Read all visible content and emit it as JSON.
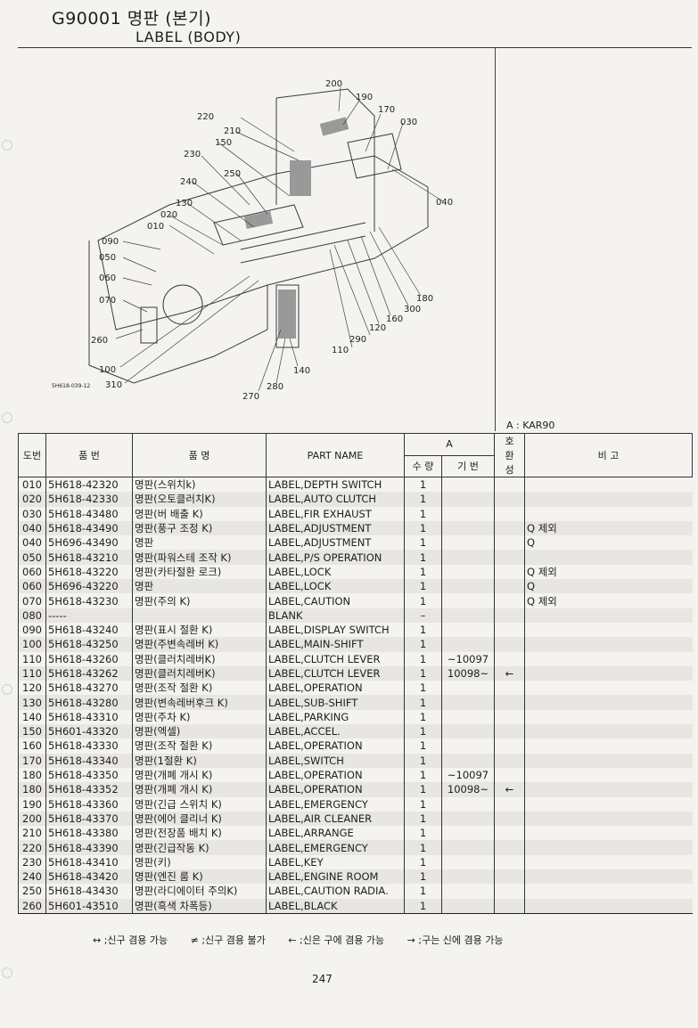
{
  "header": {
    "code": "G90001 명판 (본기)",
    "title_en": "LABEL (BODY)"
  },
  "diagram": {
    "figure_id": "5H618-039-12",
    "callouts": [
      "200",
      "190",
      "170",
      "030",
      "220",
      "210",
      "150",
      "230",
      "250",
      "240",
      "130",
      "020",
      "010",
      "090",
      "050",
      "060",
      "070",
      "260",
      "100",
      "310",
      "270",
      "280",
      "140",
      "110",
      "290",
      "120",
      "160",
      "300",
      "180",
      "040"
    ]
  },
  "model_note": "A : KAR90",
  "table": {
    "headers": {
      "no": "도번",
      "part_no": "품 번",
      "name_kr": "품 명",
      "part_name": "PART NAME",
      "group_a": "A",
      "qty": "수 량",
      "serial": "기 번",
      "compat": "호환성",
      "remarks": "비 고"
    },
    "rows": [
      {
        "no": "010",
        "part": "5H618-42320",
        "kr": "명판(스위치k)",
        "en": "LABEL,DEPTH SWITCH",
        "qty": "1",
        "serial": "",
        "compat": "",
        "note": ""
      },
      {
        "no": "020",
        "part": "5H618-42330",
        "kr": "명판(오토클러치K)",
        "en": "LABEL,AUTO CLUTCH",
        "qty": "1",
        "serial": "",
        "compat": "",
        "note": ""
      },
      {
        "no": "030",
        "part": "5H618-43480",
        "kr": "명판(버 배출 K)",
        "en": "LABEL,FIR EXHAUST",
        "qty": "1",
        "serial": "",
        "compat": "",
        "note": ""
      },
      {
        "no": "040",
        "part": "5H618-43490",
        "kr": "명판(풍구 조정 K)",
        "en": "LABEL,ADJUSTMENT",
        "qty": "1",
        "serial": "",
        "compat": "",
        "note": "Q 제외"
      },
      {
        "no": "040",
        "part": "5H696-43490",
        "kr": "명판",
        "en": "LABEL,ADJUSTMENT",
        "qty": "1",
        "serial": "",
        "compat": "",
        "note": "Q"
      },
      {
        "no": "050",
        "part": "5H618-43210",
        "kr": "명판(파워스테 조작 K)",
        "en": "LABEL,P/S OPERATION",
        "qty": "1",
        "serial": "",
        "compat": "",
        "note": ""
      },
      {
        "no": "060",
        "part": "5H618-43220",
        "kr": "명판(카타절환 로크)",
        "en": "LABEL,LOCK",
        "qty": "1",
        "serial": "",
        "compat": "",
        "note": "Q 제외"
      },
      {
        "no": "060",
        "part": "5H696-43220",
        "kr": "명판",
        "en": "LABEL,LOCK",
        "qty": "1",
        "serial": "",
        "compat": "",
        "note": "Q"
      },
      {
        "no": "070",
        "part": "5H618-43230",
        "kr": "명판(주의 K)",
        "en": "LABEL,CAUTION",
        "qty": "1",
        "serial": "",
        "compat": "",
        "note": "Q 제외"
      },
      {
        "no": "080",
        "part": "-----",
        "kr": "",
        "en": "BLANK",
        "qty": "–",
        "serial": "",
        "compat": "",
        "note": ""
      },
      {
        "no": "090",
        "part": "5H618-43240",
        "kr": "명판(표시 절환 K)",
        "en": "LABEL,DISPLAY SWITCH",
        "qty": "1",
        "serial": "",
        "compat": "",
        "note": ""
      },
      {
        "no": "100",
        "part": "5H618-43250",
        "kr": "명판(주변속레버 K)",
        "en": "LABEL,MAIN-SHIFT",
        "qty": "1",
        "serial": "",
        "compat": "",
        "note": ""
      },
      {
        "no": "110",
        "part": "5H618-43260",
        "kr": "명판(클러치레버K)",
        "en": "LABEL,CLUTCH LEVER",
        "qty": "1",
        "serial": "~10097",
        "compat": "",
        "note": ""
      },
      {
        "no": "110",
        "part": "5H618-43262",
        "kr": "명판(클러치레버K)",
        "en": "LABEL,CLUTCH LEVER",
        "qty": "1",
        "serial": "10098~",
        "compat": "←",
        "note": ""
      },
      {
        "no": "120",
        "part": "5H618-43270",
        "kr": "명판(조작 절환 K)",
        "en": "LABEL,OPERATION",
        "qty": "1",
        "serial": "",
        "compat": "",
        "note": ""
      },
      {
        "no": "130",
        "part": "5H618-43280",
        "kr": "명판(변속레버후크 K)",
        "en": "LABEL,SUB-SHIFT",
        "qty": "1",
        "serial": "",
        "compat": "",
        "note": ""
      },
      {
        "no": "140",
        "part": "5H618-43310",
        "kr": "명판(주차 K)",
        "en": "LABEL,PARKING",
        "qty": "1",
        "serial": "",
        "compat": "",
        "note": ""
      },
      {
        "no": "150",
        "part": "5H601-43320",
        "kr": "명판(엑셀)",
        "en": "LABEL,ACCEL.",
        "qty": "1",
        "serial": "",
        "compat": "",
        "note": ""
      },
      {
        "no": "160",
        "part": "5H618-43330",
        "kr": "명판(조작 절환 K)",
        "en": "LABEL,OPERATION",
        "qty": "1",
        "serial": "",
        "compat": "",
        "note": ""
      },
      {
        "no": "170",
        "part": "5H618-43340",
        "kr": "명판(1절환 K)",
        "en": "LABEL,SWITCH",
        "qty": "1",
        "serial": "",
        "compat": "",
        "note": ""
      },
      {
        "no": "180",
        "part": "5H618-43350",
        "kr": "명판(개폐 개시 K)",
        "en": "LABEL,OPERATION",
        "qty": "1",
        "serial": "~10097",
        "compat": "",
        "note": ""
      },
      {
        "no": "180",
        "part": "5H618-43352",
        "kr": "명판(개폐 개시 K)",
        "en": "LABEL,OPERATION",
        "qty": "1",
        "serial": "10098~",
        "compat": "←",
        "note": ""
      },
      {
        "no": "190",
        "part": "5H618-43360",
        "kr": "명판(긴급 스위치 K)",
        "en": "LABEL,EMERGENCY",
        "qty": "1",
        "serial": "",
        "compat": "",
        "note": ""
      },
      {
        "no": "200",
        "part": "5H618-43370",
        "kr": "명판(에어 클리너 K)",
        "en": "LABEL,AIR CLEANER",
        "qty": "1",
        "serial": "",
        "compat": "",
        "note": ""
      },
      {
        "no": "210",
        "part": "5H618-43380",
        "kr": "명판(전장품 배치 K)",
        "en": "LABEL,ARRANGE",
        "qty": "1",
        "serial": "",
        "compat": "",
        "note": ""
      },
      {
        "no": "220",
        "part": "5H618-43390",
        "kr": "명판(긴급작동 K)",
        "en": "LABEL,EMERGENCY",
        "qty": "1",
        "serial": "",
        "compat": "",
        "note": ""
      },
      {
        "no": "230",
        "part": "5H618-43410",
        "kr": "명판(키)",
        "en": "LABEL,KEY",
        "qty": "1",
        "serial": "",
        "compat": "",
        "note": ""
      },
      {
        "no": "240",
        "part": "5H618-43420",
        "kr": "명판(엔진 룸 K)",
        "en": "LABEL,ENGINE ROOM",
        "qty": "1",
        "serial": "",
        "compat": "",
        "note": ""
      },
      {
        "no": "250",
        "part": "5H618-43430",
        "kr": "명판(라디에이터 주의K)",
        "en": "LABEL,CAUTION RADIA.",
        "qty": "1",
        "serial": "",
        "compat": "",
        "note": ""
      },
      {
        "no": "260",
        "part": "5H601-43510",
        "kr": "명판(흑색 차폭등)",
        "en": "LABEL,BLACK",
        "qty": "1",
        "serial": "",
        "compat": "",
        "note": ""
      }
    ]
  },
  "legend": [
    "↔ ;신구 겸용 가능",
    "≠ ;신구 겸용 불가",
    "← ;신은 구에 겸용 가능",
    "→ ;구는 신에 겸용 가능"
  ],
  "page_number": "247"
}
